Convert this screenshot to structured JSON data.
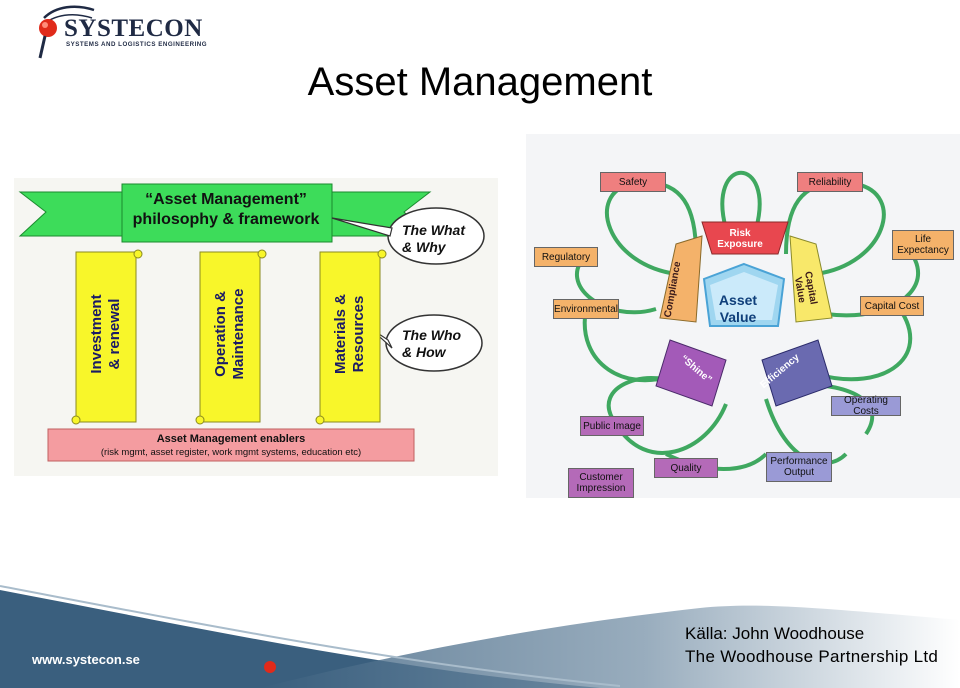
{
  "logo": {
    "name": "SYSTECON",
    "tagline": "SYSTEMS AND LOGISTICS ENGINEERING"
  },
  "slide": {
    "title": "Asset Management"
  },
  "left_diagram": {
    "banner": {
      "line1": "“Asset Management”",
      "line2": "philosophy & framework"
    },
    "bubble_what": {
      "line1": "The What",
      "line2": "& Why"
    },
    "bubble_who": {
      "line1": "The Who",
      "line2": "& How"
    },
    "pillars": [
      {
        "line1": "Investment",
        "line2": "& renewal"
      },
      {
        "line1": "Operation &",
        "line2": "Maintenance"
      },
      {
        "line1": "Materials &",
        "line2": "Resources"
      }
    ],
    "enablers": {
      "title": "Asset Management enablers",
      "subtitle": "(risk mgmt, asset register, work mgmt systems, education etc)"
    }
  },
  "right_diagram": {
    "center": {
      "line1": "Asset",
      "line2": "Value"
    },
    "petals": {
      "risk_line1": "Risk",
      "risk_line2": "Exposure",
      "compliance": "Compliance",
      "capital_line1": "Capital",
      "capital_line2": "Value",
      "shine": "“Shine”",
      "efficiency": "Efficiency"
    },
    "tags": {
      "safety": "Safety",
      "reliability": "Reliability",
      "regulatory": "Regulatory",
      "life_line1": "Life",
      "life_line2": "Expectancy",
      "environmental": "Environmental",
      "capital_cost": "Capital Cost",
      "operating_costs": "Operating Costs",
      "public_image": "Public Image",
      "quality": "Quality",
      "performance_line1": "Performance",
      "performance_line2": "Output",
      "customer_line1": "Customer",
      "customer_line2": "Impression"
    }
  },
  "footer": {
    "url": "www.systecon.se",
    "credit_line1": "Källa: John Woodhouse",
    "credit_line2": "The Woodhouse Partnership Ltd"
  }
}
